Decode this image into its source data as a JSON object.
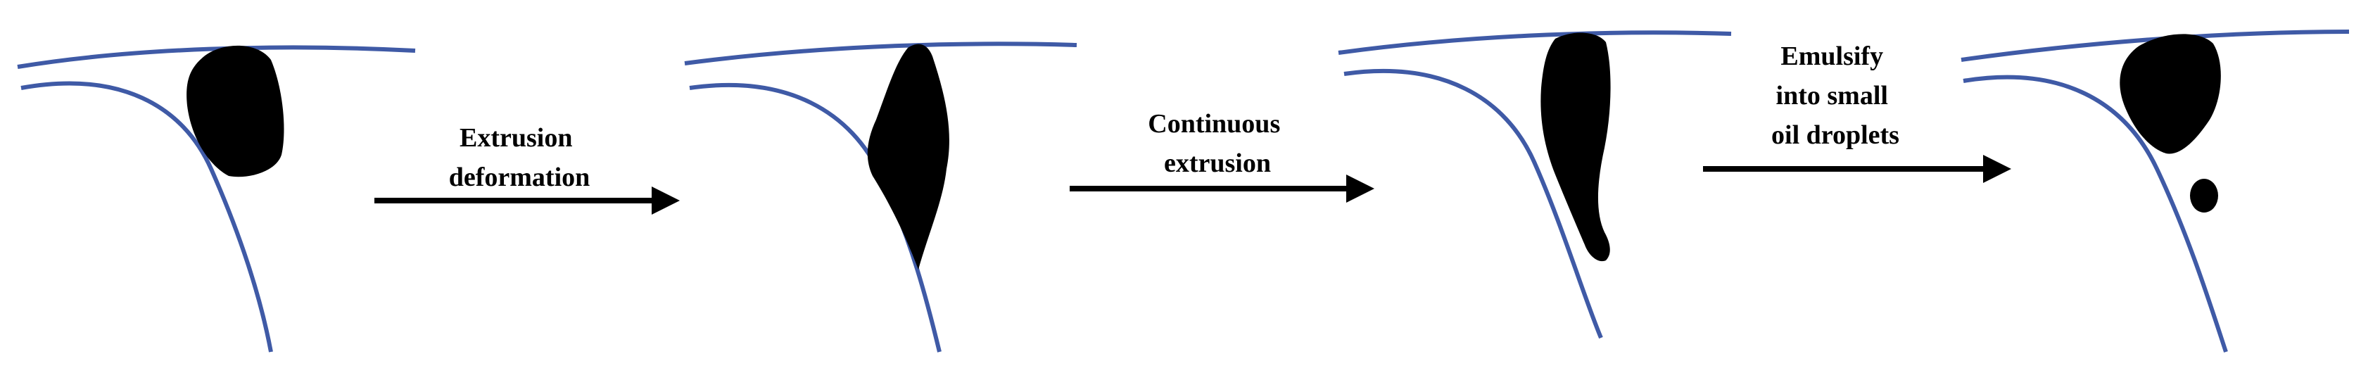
{
  "diagram": {
    "steps": [
      {
        "lines": [
          "Extrusion",
          "deformation"
        ]
      },
      {
        "lines": [
          "Continuous",
          "extrusion"
        ]
      },
      {
        "lines": [
          "Emulsify",
          "into small",
          "oil droplets"
        ]
      }
    ],
    "colors": {
      "surface_line": "#3f5aa6",
      "droplet": "#000000",
      "arrow": "#000000",
      "background": "#ffffff"
    }
  }
}
